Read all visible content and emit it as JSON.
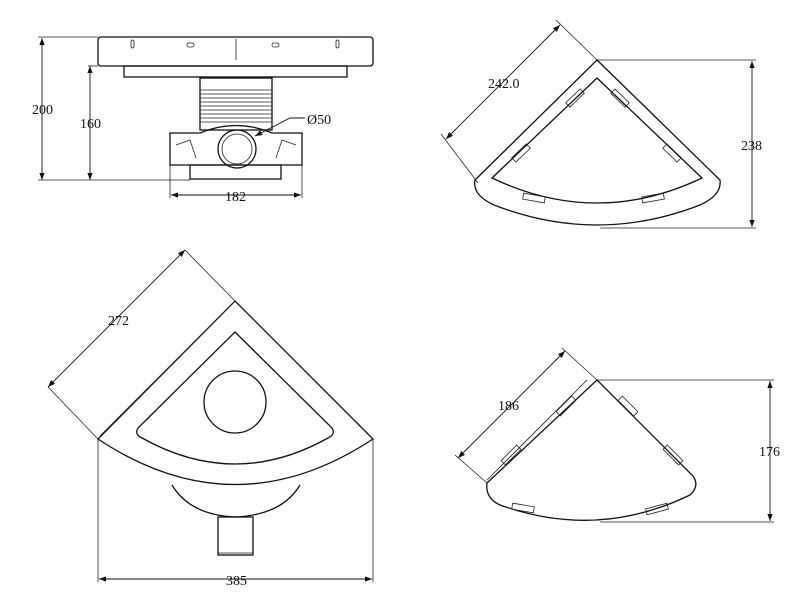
{
  "views": {
    "side": {
      "dims": {
        "total_height": "200",
        "body_height": "160",
        "base_width": "182",
        "outlet_diameter": "Ø50"
      }
    },
    "top_right": {
      "dims": {
        "edge_length": "242.0",
        "depth": "238"
      }
    },
    "bottom_left": {
      "dims": {
        "edge_length": "272",
        "width": "385"
      }
    },
    "bottom_right": {
      "dims": {
        "edge_length": "186",
        "depth": "176"
      }
    }
  },
  "colors": {
    "line": "#111111",
    "background": "#ffffff"
  }
}
